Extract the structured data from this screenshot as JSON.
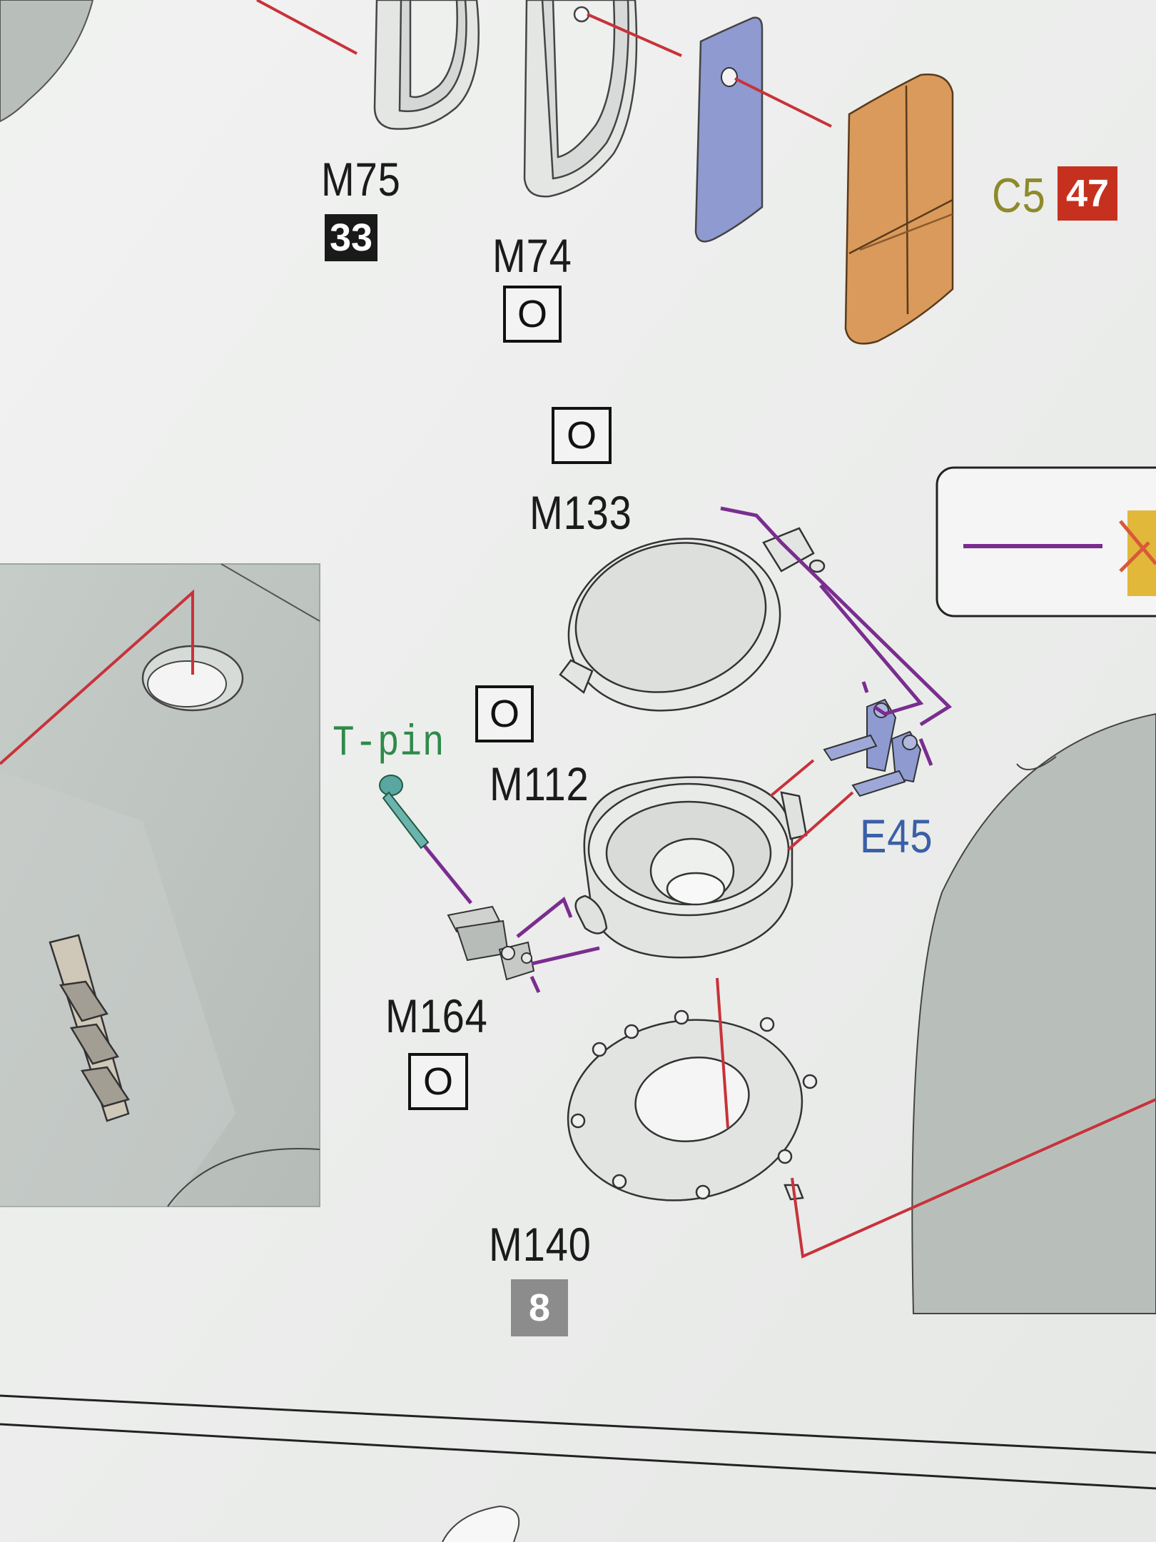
{
  "parts": {
    "m75": {
      "label": "M75",
      "paint": "33"
    },
    "m74": {
      "label": "M74",
      "paint": "O"
    },
    "c5": {
      "label": "C5",
      "paint": "47"
    },
    "m133": {
      "label": "M133",
      "paint": "O"
    },
    "m112": {
      "label": "M112",
      "paint": "O"
    },
    "t_pin": {
      "label": "T-pin"
    },
    "e45": {
      "label": "E45"
    },
    "m164": {
      "label": "M164",
      "paint": "O"
    },
    "m140": {
      "label": "M140",
      "paint": "8"
    }
  },
  "colors": {
    "leader_line": "#c8323a",
    "purple_line": "#7a2d8f",
    "paint_33": "#1a1a1a",
    "paint_47": "#c6311f",
    "paint_8": "#8c8c8c",
    "blue_part": "#8e9ad0",
    "orange_part": "#d99a5b"
  }
}
